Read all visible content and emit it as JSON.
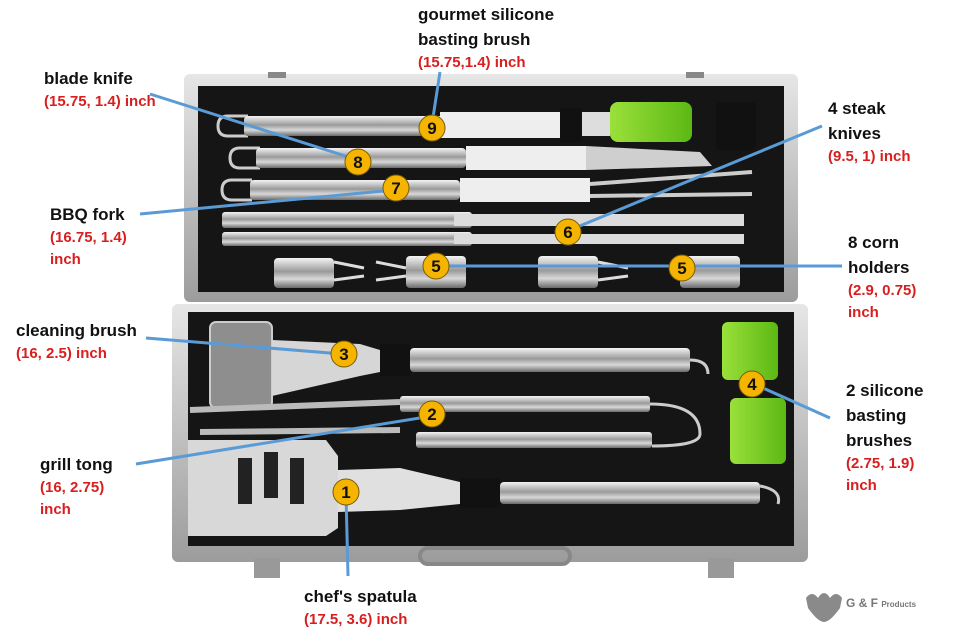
{
  "labels": {
    "basting_brush": {
      "name_line1": "gourmet silicone",
      "name_line2": "basting brush",
      "dim": "(15.75,1.4) inch"
    },
    "blade_knife": {
      "name": "blade knife",
      "dim": "(15.75, 1.4) inch"
    },
    "steak_knives": {
      "name_line1": "4 steak",
      "name_line2": "knives",
      "dim": "(9.5, 1) inch"
    },
    "bbq_fork": {
      "name": "BBQ fork",
      "dim_line1": "(16.75, 1.4)",
      "dim_line2": "inch"
    },
    "corn_holders": {
      "name_line1": "8 corn",
      "name_line2": "holders",
      "dim_line1": "(2.9, 0.75)",
      "dim_line2": "inch"
    },
    "cleaning_brush": {
      "name": "cleaning brush",
      "dim": "(16, 2.5) inch"
    },
    "silicone_brushes": {
      "name_line1": "2 silicone",
      "name_line2": "basting",
      "name_line3": "brushes",
      "dim_line1": "(2.75, 1.9)",
      "dim_line2": "inch"
    },
    "grill_tong": {
      "name": "grill tong",
      "dim_line1": "(16, 2.75)",
      "dim_line2": "inch"
    },
    "chefs_spatula": {
      "name": "chef's spatula",
      "dim": "(17.5, 3.6) inch"
    }
  },
  "badges": [
    "1",
    "2",
    "3",
    "4",
    "5",
    "5",
    "6",
    "7",
    "8",
    "9"
  ],
  "logo": {
    "text": "G & F",
    "sub": "Products"
  },
  "colors": {
    "callout_line": "#5b9bd5",
    "badge_fill": "#f5b400",
    "dimension_text": "#d81e1e",
    "case_lining": "#151515",
    "silicone": "#7ed321"
  }
}
